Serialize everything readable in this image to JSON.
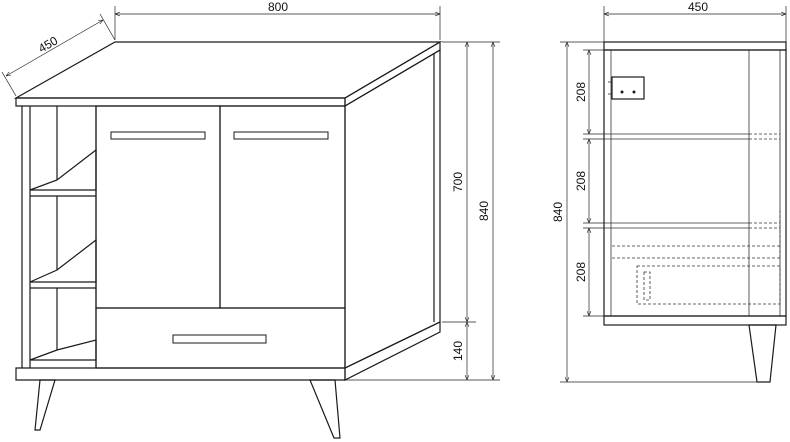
{
  "front_view": {
    "width_label": "800",
    "depth_label": "450",
    "body_height_label": "700",
    "total_height_label": "840",
    "leg_height_label": "140"
  },
  "side_view": {
    "depth_label": "450",
    "total_height_label": "840",
    "shelf_spacing_labels": [
      "208",
      "208",
      "208"
    ]
  },
  "colors": {
    "line": "#1a1a1a",
    "background": "#ffffff"
  }
}
